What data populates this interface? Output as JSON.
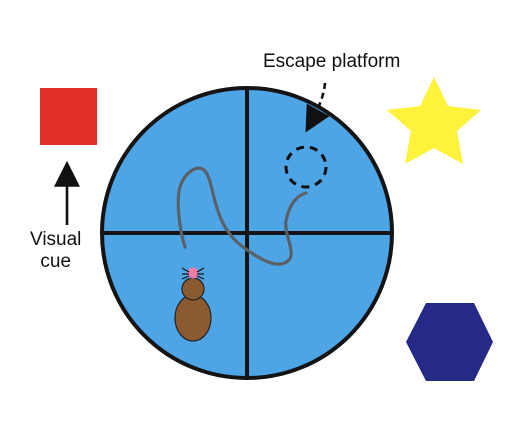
{
  "labels": {
    "escape_platform": "Escape platform",
    "visual_cue_line1": "Visual",
    "visual_cue_line2": "cue"
  },
  "colors": {
    "pool": "#4ea5e6",
    "outline": "#141414",
    "path": "#5b6066",
    "red_cue": "#e2302b",
    "star_cue": "#fff23a",
    "hexagon_cue": "#252a88",
    "mouse_body": "#8b5a31",
    "mouse_nose": "#f07aa8"
  },
  "icons": {
    "mouse": "mouse-icon",
    "square_cue": "square-icon",
    "star_cue": "star-icon",
    "hexagon_cue": "hexagon-icon"
  }
}
